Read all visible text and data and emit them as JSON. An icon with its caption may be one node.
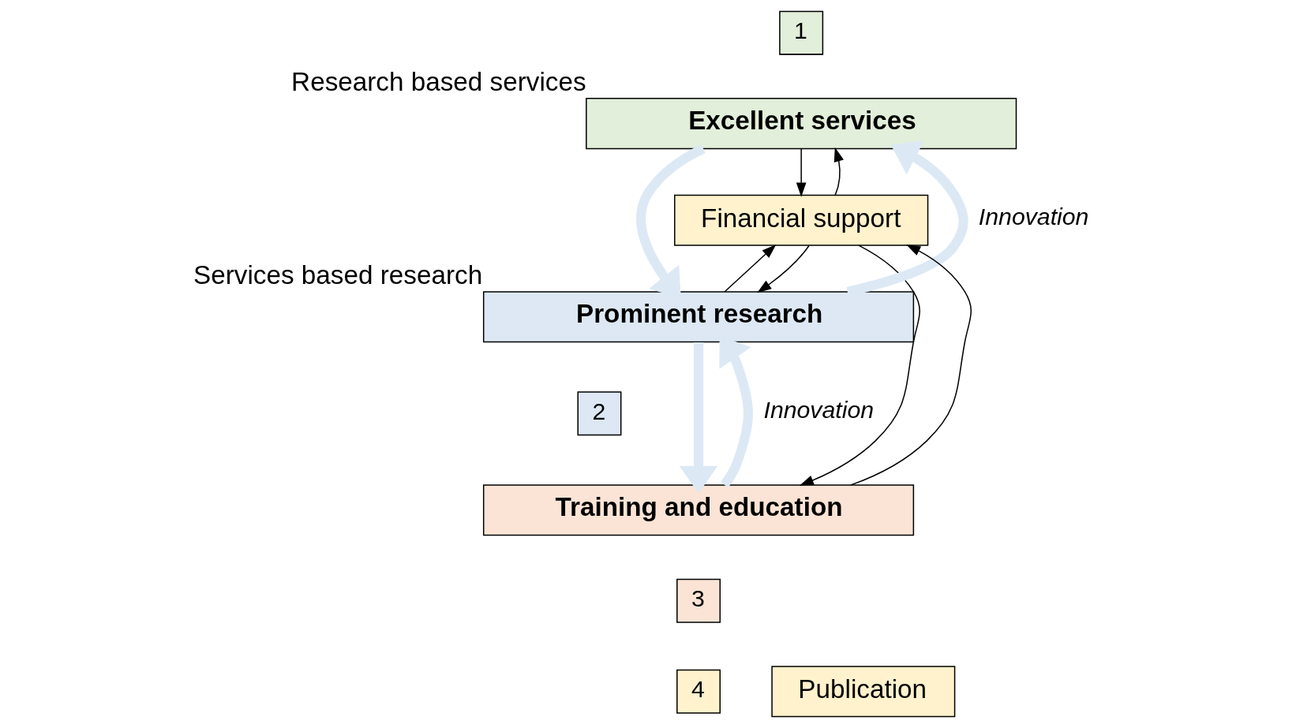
{
  "diagram": {
    "nodes": [
      {
        "text": [
          "1"
        ]
      },
      {
        "text": [
          "Excellent services"
        ],
        "beside": [
          "Research based services"
        ]
      },
      {
        "text": [
          "Financial support"
        ]
      },
      {
        "text": [
          "Prominent research"
        ],
        "beside": [
          "Services based research"
        ]
      },
      {
        "text": [
          "2"
        ]
      },
      {
        "text": [
          "Training and education"
        ]
      },
      {
        "text": [
          "3"
        ]
      },
      {
        "text": [
          "4"
        ]
      },
      {
        "text": [
          "Publication"
        ]
      }
    ],
    "edges": [
      {
        "from": 1,
        "to": 2,
        "arrow": "to"
      },
      {
        "from": 2,
        "to": 1,
        "arrow": "to"
      },
      {
        "from": 1,
        "to": 3,
        "arrow": "to",
        "style": "thick",
        "color": "#dce9f5"
      },
      {
        "from": 3,
        "to": 1,
        "arrow": "to",
        "style": "thick",
        "color": "#dce9f5",
        "label": "Innovation"
      },
      {
        "from": 3,
        "to": 2,
        "arrow": "to"
      },
      {
        "from": 2,
        "to": 3,
        "arrow": "to"
      },
      {
        "from": 3,
        "to": 5,
        "arrow": "to",
        "style": "thick",
        "color": "#dce9f5"
      },
      {
        "from": 5,
        "to": 3,
        "arrow": "to",
        "style": "thick",
        "color": "#dce9f5",
        "label": "Innovation"
      },
      {
        "from": 5,
        "to": 2,
        "arrow": "to"
      },
      {
        "from": 2,
        "to": 5,
        "arrow": "to"
      }
    ]
  }
}
